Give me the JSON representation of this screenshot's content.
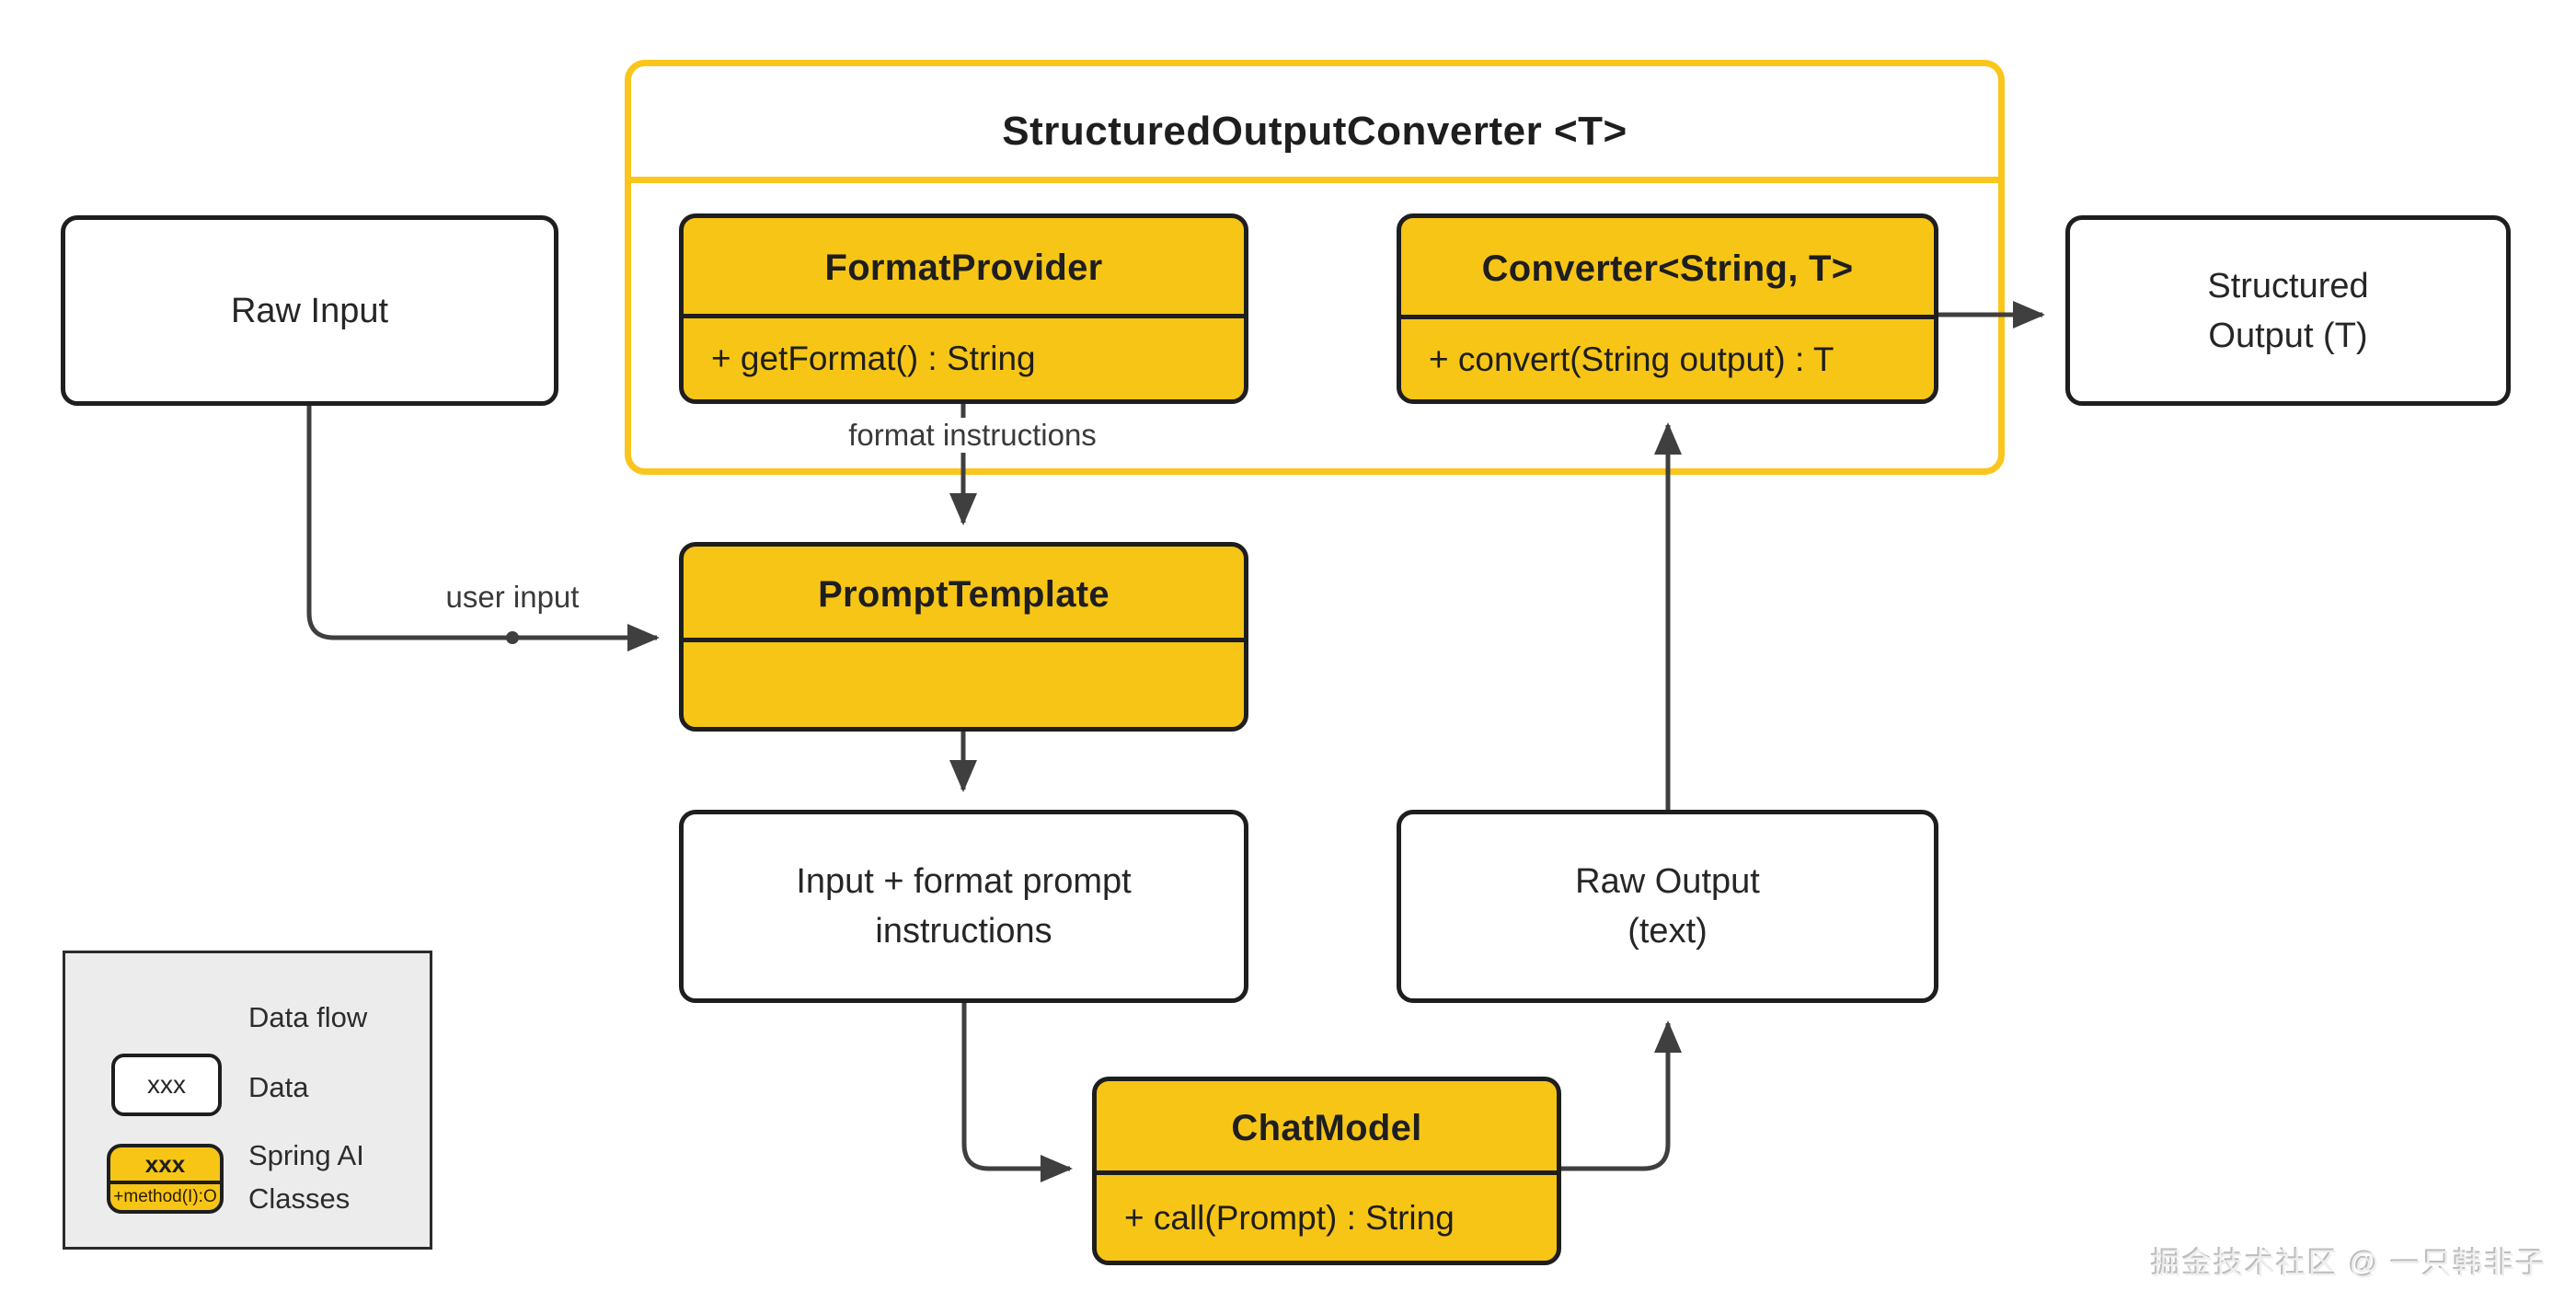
{
  "diagram": {
    "container": {
      "title": "StructuredOutputConverter <T>"
    },
    "nodes": {
      "raw_input": {
        "label": "Raw Input"
      },
      "format_provider": {
        "title": "FormatProvider",
        "method": "+ getFormat() : String"
      },
      "converter": {
        "title": "Converter<String, T>",
        "method": "+ convert(String output) : T"
      },
      "structured_output": {
        "label": "Structured\nOutput (T)"
      },
      "prompt_template": {
        "title": "PromptTemplate"
      },
      "input_format_prompt": {
        "label": "Input + format prompt\ninstructions"
      },
      "raw_output": {
        "label": "Raw Output\n(text)"
      },
      "chat_model": {
        "title": "ChatModel",
        "method": "+ call(Prompt) : String"
      }
    },
    "edge_labels": {
      "format_instructions": "format instructions",
      "user_input": "user input"
    },
    "legend": {
      "data_flow_label": "Data flow",
      "data_box_text": "xxx",
      "data_label": "Data",
      "class_box_title": "xxx",
      "class_box_method": "+method(I):O",
      "class_label": "Spring AI\nClasses"
    },
    "watermark": "掘金技术社区 @ 一只韩非子",
    "colors": {
      "spring_yellow": "#f7c516",
      "container_border": "#fac61c",
      "node_border": "#1e1e1e",
      "arrow": "#3f3f3f",
      "legend_bg": "#ececec",
      "legend_border": "#2b2b2b",
      "watermark": "#efefef",
      "watermark_shadow": "#bdbdbd"
    }
  }
}
